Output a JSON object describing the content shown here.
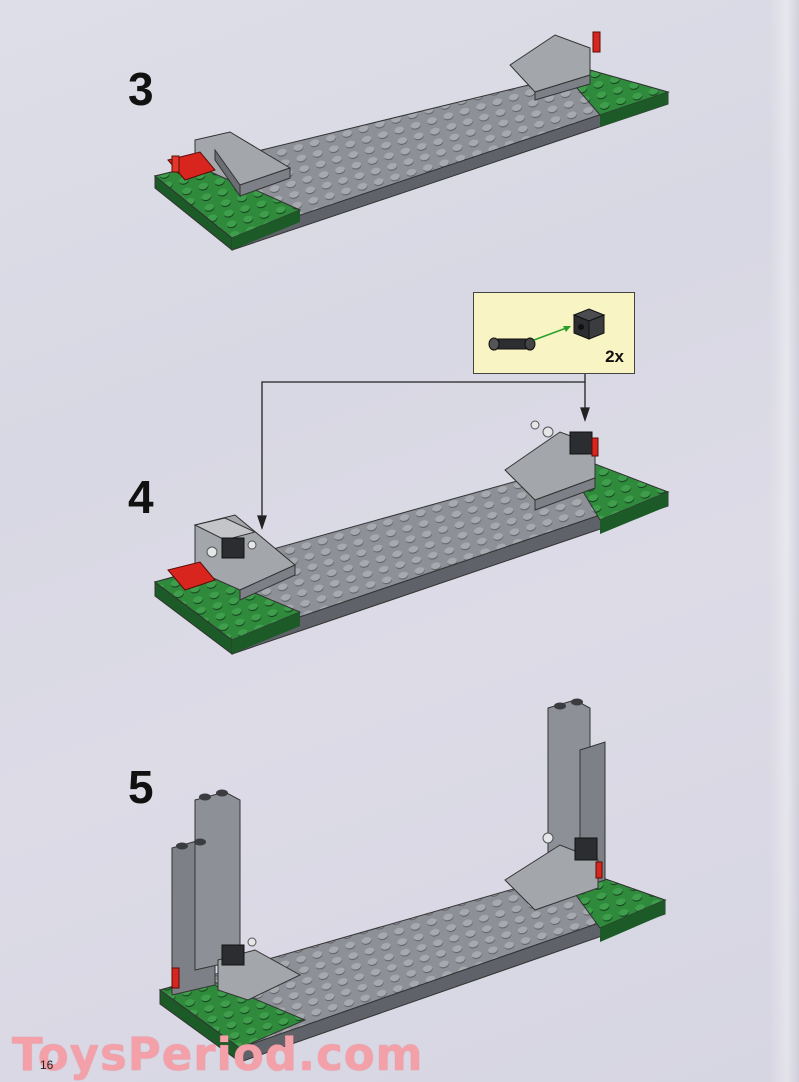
{
  "steps": [
    {
      "number": "3"
    },
    {
      "number": "4",
      "callout": {
        "quantity": "2x"
      }
    },
    {
      "number": "5"
    }
  ],
  "page_number": "16",
  "watermark": "ToysPeriod.com",
  "colors": {
    "baseplate_green": "#2f8a3c",
    "road_gray": "#8d9096",
    "red_accent": "#d8261e",
    "callout_bg": "#f8f4c4",
    "connector_arrow": "#2aa02a"
  }
}
